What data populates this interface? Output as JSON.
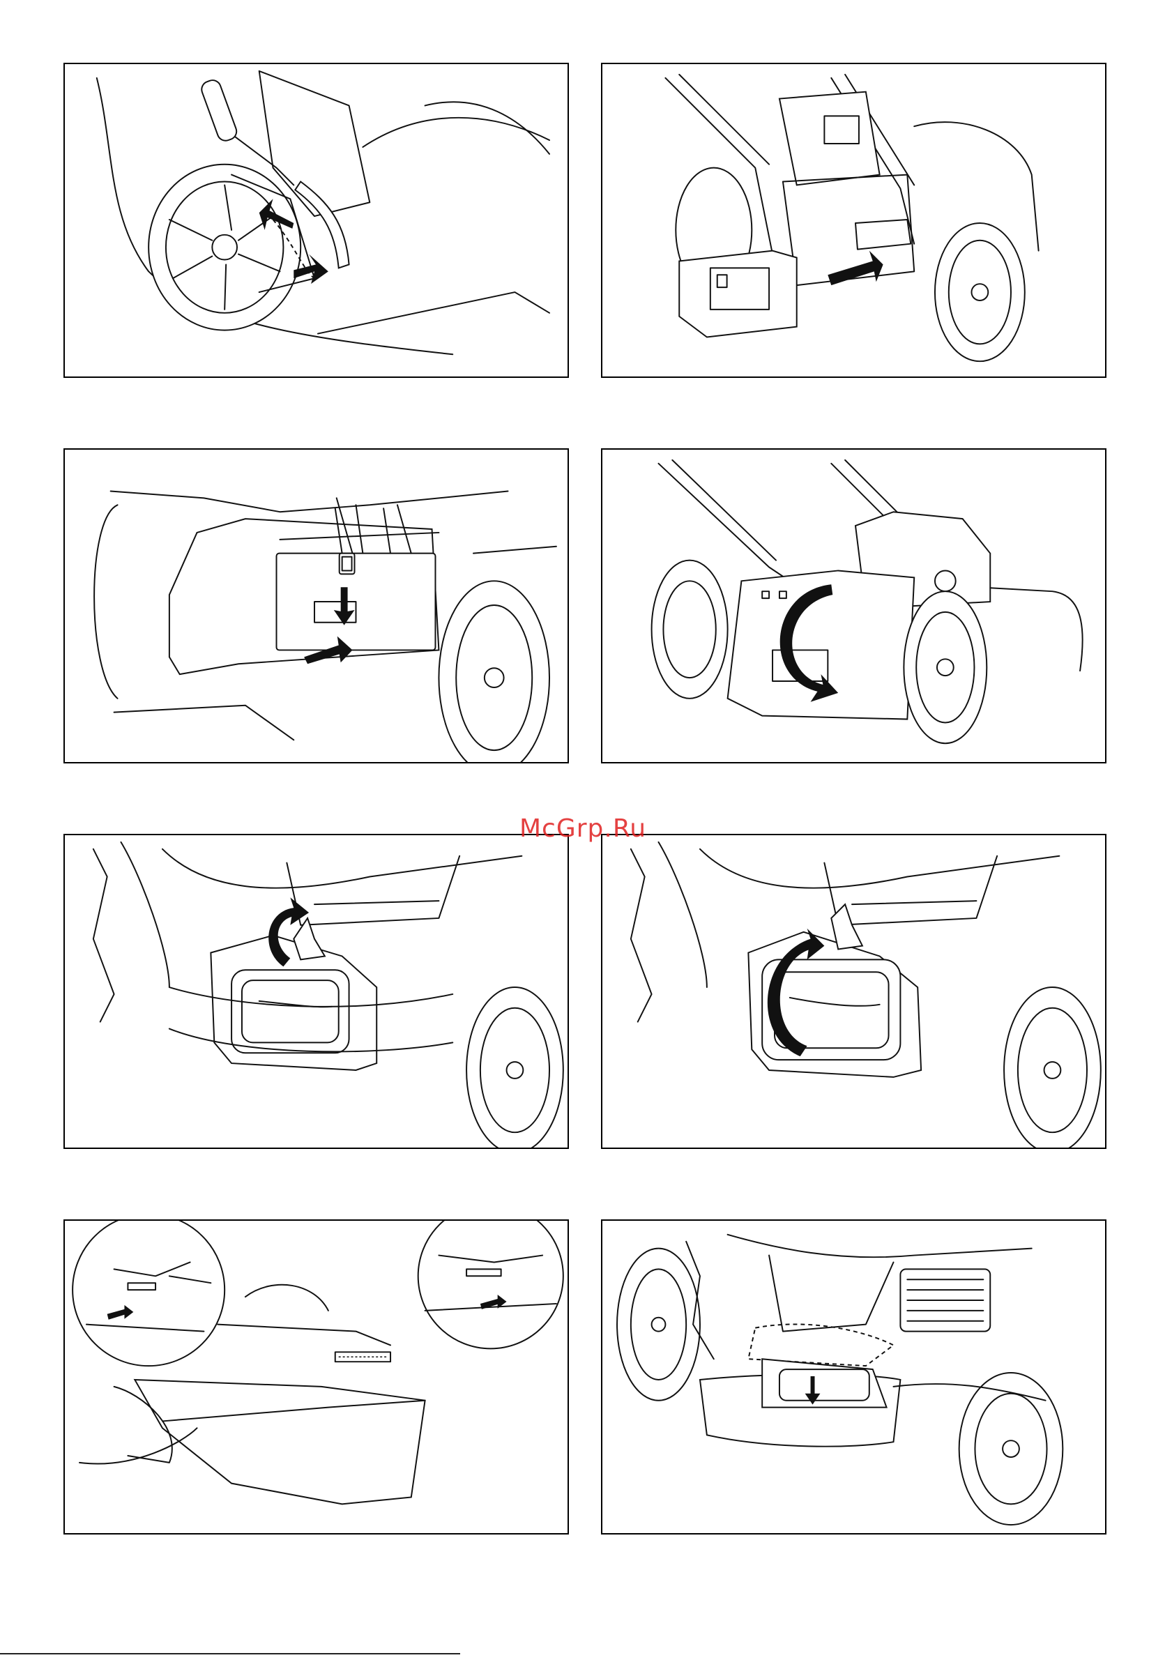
{
  "watermark": {
    "text": "McGrp.Ru",
    "color": "#e02020"
  },
  "panels": [
    {
      "id": "fig-1",
      "icon": "rear-wheel-height-adjust-lever-illustration"
    },
    {
      "id": "fig-2",
      "icon": "side-discharge-box-install-illustration"
    },
    {
      "id": "fig-3",
      "icon": "discharge-cover-latch-illustration"
    },
    {
      "id": "fig-4",
      "icon": "cover-close-rotation-illustration"
    },
    {
      "id": "fig-5",
      "icon": "deflector-lift-arrow-illustration"
    },
    {
      "id": "fig-6",
      "icon": "deflector-rotate-arrow-illustration"
    },
    {
      "id": "fig-7",
      "icon": "deflector-spring-pin-detail-illustration"
    },
    {
      "id": "fig-8",
      "icon": "deflector-close-illustration"
    }
  ]
}
